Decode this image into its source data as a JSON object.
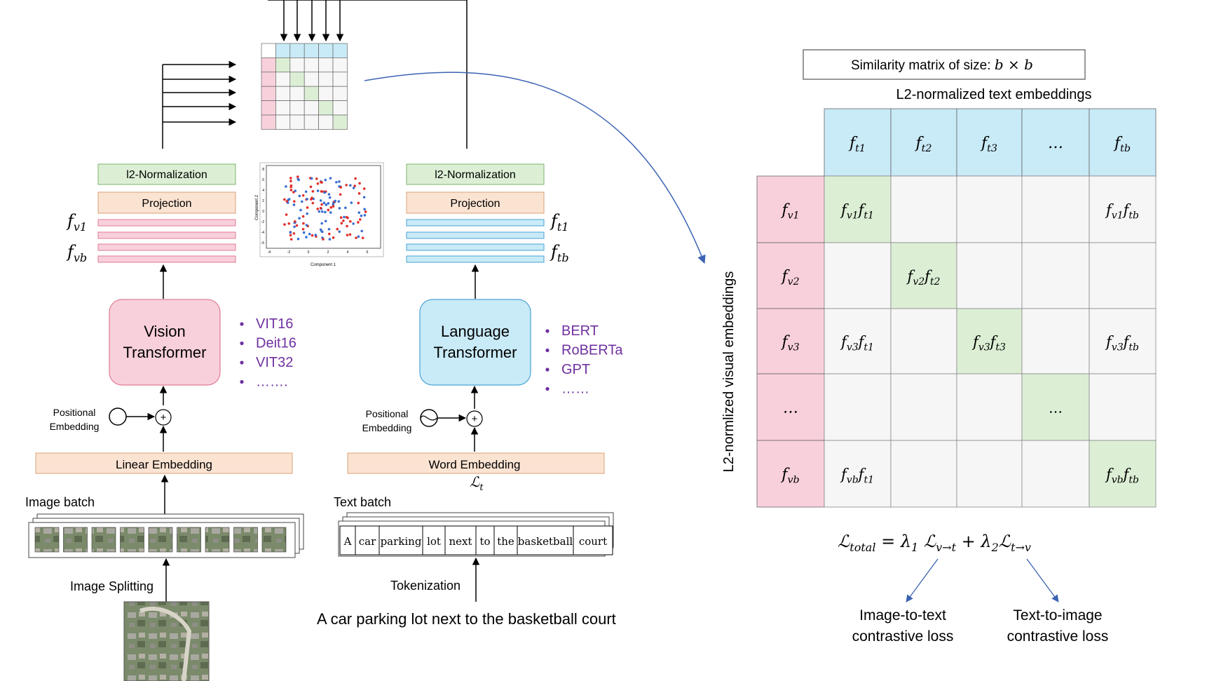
{
  "vision": {
    "l2norm": "l2-Normalization",
    "projection": "Projection",
    "feat_top": "f",
    "feat_top_sub": "v1",
    "feat_bottom": "f",
    "feat_bottom_sub": "vb",
    "transformer_line1": "Vision",
    "transformer_line2": "Transformer",
    "models": [
      "VIT16",
      "Deit16",
      "VIT32",
      "……."
    ],
    "pos_emb_line1": "Positional",
    "pos_emb_line2": "Embedding",
    "embedding": "Linear Embedding",
    "batch_label": "Image batch",
    "splitting_label": "Image Splitting"
  },
  "language": {
    "l2norm": "l2-Normalization",
    "projection": "Projection",
    "feat_top": "f",
    "feat_top_sub": "t1",
    "feat_bottom": "f",
    "feat_bottom_sub": "tb",
    "transformer_line1": "Language",
    "transformer_line2": "Transformer",
    "models": [
      "BERT",
      "RoBERTa",
      "GPT",
      "……"
    ],
    "pos_emb_line1": "Positional",
    "pos_emb_line2": "Embedding",
    "embedding": "Word Embedding",
    "embedding_overlay": "ℒ",
    "embedding_overlay_sub": "t",
    "batch_label": "Text batch",
    "tokens": [
      "A",
      "car",
      "parking",
      "lot",
      "next",
      "to",
      "the",
      "basketball",
      "court"
    ],
    "tokenization_label": "Tokenization",
    "sentence": "A car parking lot next to the basketball court"
  },
  "scatter": {
    "xlabel": "Component 1",
    "ylabel": "Component 2",
    "xticks": [
      "-4",
      "-2",
      "0",
      "2",
      "4",
      "6"
    ],
    "yticks": [
      "8",
      "6",
      "4",
      "2",
      "0",
      "-2",
      "-4",
      "-6"
    ]
  },
  "matrix": {
    "title": "Similarity matrix of size: ",
    "title_math": "b × b",
    "text_axis_label": "L2-normalized text embeddings",
    "visual_axis_label": "L2-normlized  visual embeddings",
    "col_headers": [
      {
        "f": "f",
        "sub": "t1"
      },
      {
        "f": "f",
        "sub": "t2"
      },
      {
        "f": "f",
        "sub": "t3"
      },
      {
        "f": "…",
        "sub": ""
      },
      {
        "f": "f",
        "sub": "tb"
      }
    ],
    "row_headers": [
      {
        "f": "f",
        "sub": "v1"
      },
      {
        "f": "f",
        "sub": "v2"
      },
      {
        "f": "f",
        "sub": "v3"
      },
      {
        "f": "…",
        "sub": ""
      },
      {
        "f": "f",
        "sub": "vb"
      }
    ],
    "cells": [
      [
        {
          "a": "v1",
          "b": "t1",
          "diag": true
        },
        null,
        null,
        null,
        {
          "a": "v1",
          "b": "tb",
          "diag": false
        }
      ],
      [
        null,
        {
          "a": "v2",
          "b": "t2",
          "diag": true
        },
        null,
        null,
        null
      ],
      [
        {
          "a": "v3",
          "b": "t1",
          "diag": false
        },
        null,
        {
          "a": "v3",
          "b": "t3",
          "diag": true
        },
        null,
        {
          "a": "v3",
          "b": "tb",
          "diag": false
        }
      ],
      [
        null,
        null,
        null,
        {
          "text": "…",
          "diag": true
        },
        null
      ],
      [
        {
          "a": "vb",
          "b": "t1",
          "diag": false
        },
        null,
        null,
        null,
        {
          "a": "vb",
          "b": "tb",
          "diag": true
        }
      ]
    ]
  },
  "loss": {
    "total": "ℒ",
    "total_sub": "total",
    "equals": " = λ",
    "lambda1_sub": "1",
    "l1": " ℒ",
    "l1_sub": "v→t",
    "plus": " + λ",
    "lambda2_sub": "2",
    "l2": "ℒ",
    "l2_sub": "t→v",
    "i2t_line1": "Image-to-text",
    "i2t_line2": "contrastive loss",
    "t2i_line1": "Text-to-image",
    "t2i_line2": "contrastive loss"
  },
  "colors": {
    "pink": "#f8d0db",
    "pink_stroke": "#e07c95",
    "blue": "#c9eaf7",
    "blue_stroke": "#4aa3d6",
    "green": "#dcefd5",
    "green_stroke": "#7fb56c",
    "peach": "#fbe3d2",
    "peach_stroke": "#d9a27a",
    "purple": "#7030a0",
    "arrow_blue": "#3b63b3"
  }
}
